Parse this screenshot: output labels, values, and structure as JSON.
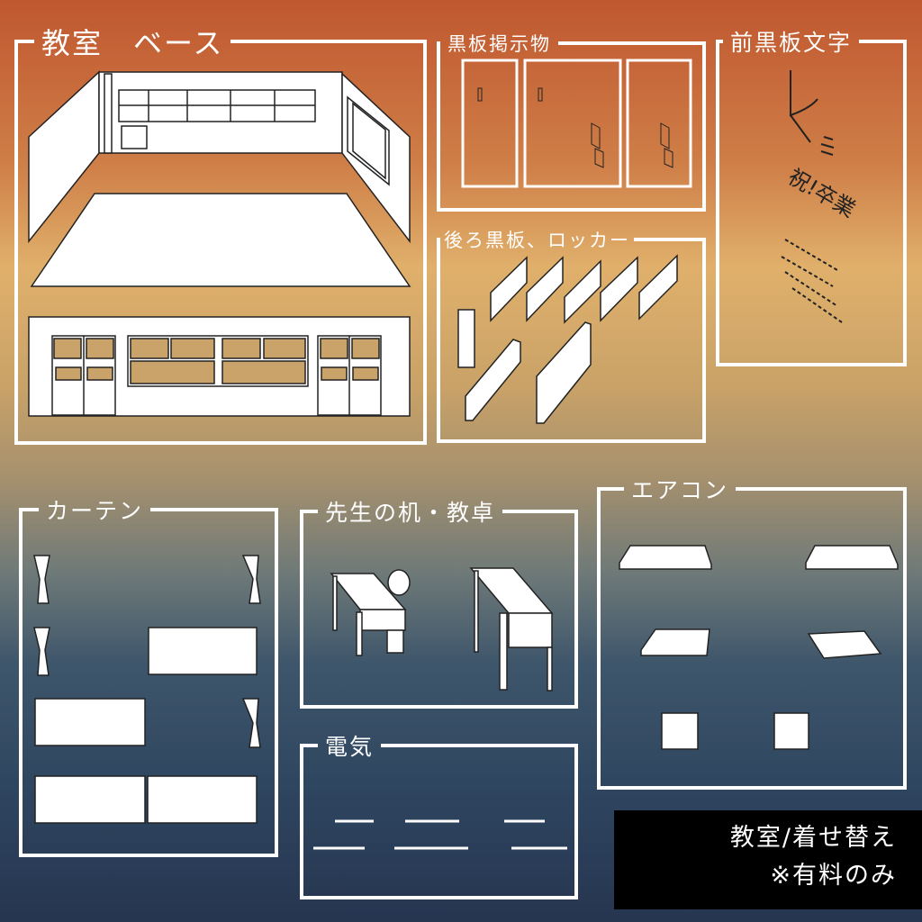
{
  "panels": {
    "classroom_base": "教室　ベース",
    "board_postings": "黒板掲示物",
    "front_board_text": "前黒板文字",
    "back_board_lockers": "後ろ黒板、ロッカー",
    "curtains": "カーテン",
    "teacher_desk": "先生の机・教卓",
    "air_conditioner": "エアコン",
    "lights": "電気"
  },
  "badge": {
    "line1": "教室/着せ替え",
    "line2": "※有料のみ"
  },
  "board_writing": [
    "祝!卒業"
  ],
  "colors": {
    "frame": "#ffffff",
    "badge_bg": "#000000",
    "gradient_top": "#c0572f",
    "gradient_mid": "#e0b06b",
    "gradient_bottom": "#263550"
  }
}
